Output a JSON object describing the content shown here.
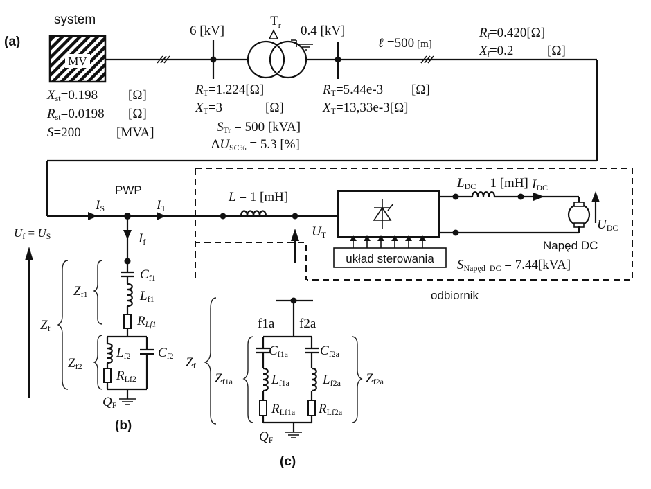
{
  "panels": {
    "a": "(a)",
    "b": "(b)",
    "c": "(c)"
  },
  "system": {
    "title": "system",
    "box_label": "MV",
    "xst": {
      "sym": "X",
      "sub": "st",
      "val": "=0.198",
      "unit": "[Ω]"
    },
    "rst": {
      "sym": "R",
      "sub": "st",
      "val": "=0.0198",
      "unit": "[Ω]"
    },
    "s": {
      "sym": "S",
      "val": "=200",
      "unit": "[MVA]"
    }
  },
  "bus": {
    "v6": "6 [kV]",
    "v04": "0.4 [kV]"
  },
  "transformer": {
    "name": "T",
    "name_sub": "r",
    "primary": {
      "r": {
        "sym": "R",
        "sub": "T",
        "val": "=1.224",
        "unit": "[Ω]"
      },
      "x": {
        "sym": "X",
        "sub": "T",
        "val": "=3",
        "unit": "[Ω]"
      }
    },
    "secondary": {
      "r": {
        "sym": "R",
        "sub": "T",
        "val": "=5.44e-3",
        "unit": "[Ω]"
      },
      "x": {
        "sym": "X",
        "sub": "T",
        "val": "=13,33e-3",
        "unit": "[Ω]"
      }
    },
    "str": {
      "sym": "S",
      "sub": "Tr",
      "val": " = 500 [kVA]"
    },
    "dusc": {
      "pre": "Δ",
      "sym": "U",
      "sub": "SC%",
      "val": " = 5.3 [%]"
    }
  },
  "line": {
    "len": {
      "sym": "ℓ",
      "val": " =500",
      "unit": "[m]"
    },
    "rl": {
      "sym": "R",
      "sub": "l",
      "val": "=0.420",
      "unit": "[Ω]"
    },
    "xl": {
      "sym": "X",
      "sub": "l",
      "val": "=0.2",
      "unit": "[Ω]"
    }
  },
  "pwp": {
    "label": "PWP",
    "is": {
      "sym": "I",
      "sub": "S"
    },
    "it": {
      "sym": "I",
      "sub": "T"
    },
    "if": {
      "sym": "I",
      "sub": "f"
    },
    "uf": {
      "sym": "U",
      "sub": "f",
      "mid": " = ",
      "sym2": "U",
      "sub2": "S"
    }
  },
  "load": {
    "l": {
      "sym": "L",
      "val": " = 1 [mH]"
    },
    "ut": {
      "sym": "U",
      "sub": "T"
    },
    "ldc": {
      "sym": "L",
      "sub": "DC",
      "val": " = 1 [mH]"
    },
    "idc": {
      "sym": "I",
      "sub": "DC"
    },
    "udc": {
      "sym": "U",
      "sub": "DC"
    },
    "drive": "Napęd DC",
    "sdrive": {
      "sym": "S",
      "sub": "Napęd_DC",
      "val": " = 7.44[kVA]"
    },
    "control": "układ sterowania",
    "receiver": "odbiornik"
  },
  "filter_b": {
    "zf": {
      "sym": "Z",
      "sub": "f"
    },
    "zf1": {
      "sym": "Z",
      "sub": "f1"
    },
    "zf2": {
      "sym": "Z",
      "sub": "f2"
    },
    "cf1": {
      "sym": "C",
      "sub": "f1"
    },
    "lf1": {
      "sym": "L",
      "sub": "f1"
    },
    "rlf1": {
      "sym": "R",
      "sub": "Lf1"
    },
    "lf2": {
      "sym": "L",
      "sub": "f2"
    },
    "cf2": {
      "sym": "C",
      "sub": "f2"
    },
    "rlf2": {
      "sym": "R",
      "sub": "Lf2"
    },
    "qf": {
      "sym": "Q",
      "sub": "F"
    }
  },
  "filter_c": {
    "zf": {
      "sym": "Z",
      "sub": "f"
    },
    "f1a": "f1a",
    "f2a": "f2a",
    "zf1a": {
      "sym": "Z",
      "sub": "f1a"
    },
    "zf2a": {
      "sym": "Z",
      "sub": "f2a"
    },
    "cf1a": {
      "sym": "C",
      "sub": "f1a"
    },
    "cf2a": {
      "sym": "C",
      "sub": "f2a"
    },
    "lf1a": {
      "sym": "L",
      "sub": "f1a"
    },
    "lf2a": {
      "sym": "L",
      "sub": "f2a"
    },
    "rlf1a": {
      "sym": "R",
      "sub": "Lf1a"
    },
    "rlf2a": {
      "sym": "R",
      "sub": "Lf2a"
    },
    "qf": {
      "sym": "Q",
      "sub": "F"
    }
  }
}
